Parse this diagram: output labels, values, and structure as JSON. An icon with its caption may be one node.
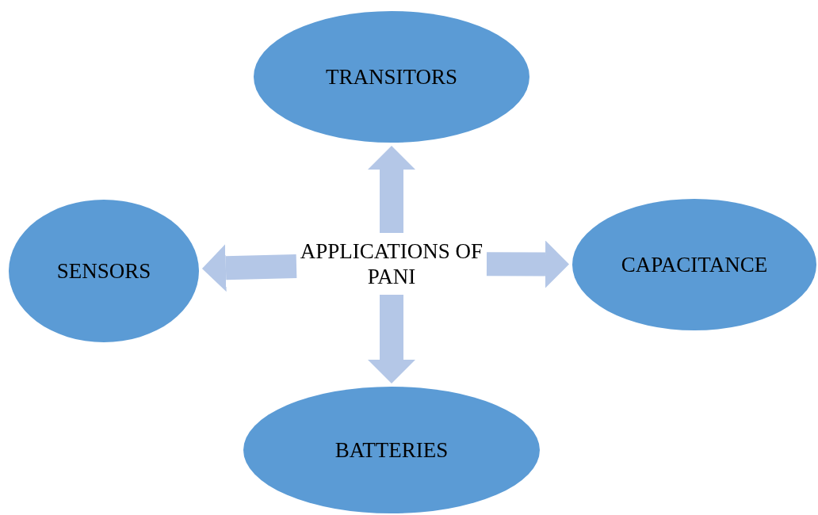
{
  "diagram": {
    "nodes": [
      {
        "text": [
          "APPLICATIONS OF PANI"
        ]
      },
      {
        "text": [
          "TRANSITORS"
        ]
      },
      {
        "text": [
          "SENSORS"
        ]
      },
      {
        "text": [
          "CAPACITANCE"
        ]
      },
      {
        "text": [
          "BATTERIES"
        ]
      }
    ],
    "edges": [
      {
        "from": 0,
        "to": 1,
        "arrow": "to"
      },
      {
        "from": 0,
        "to": 2,
        "arrow": "to"
      },
      {
        "from": 0,
        "to": 3,
        "arrow": "to"
      },
      {
        "from": 0,
        "to": 4,
        "arrow": "to"
      }
    ]
  }
}
